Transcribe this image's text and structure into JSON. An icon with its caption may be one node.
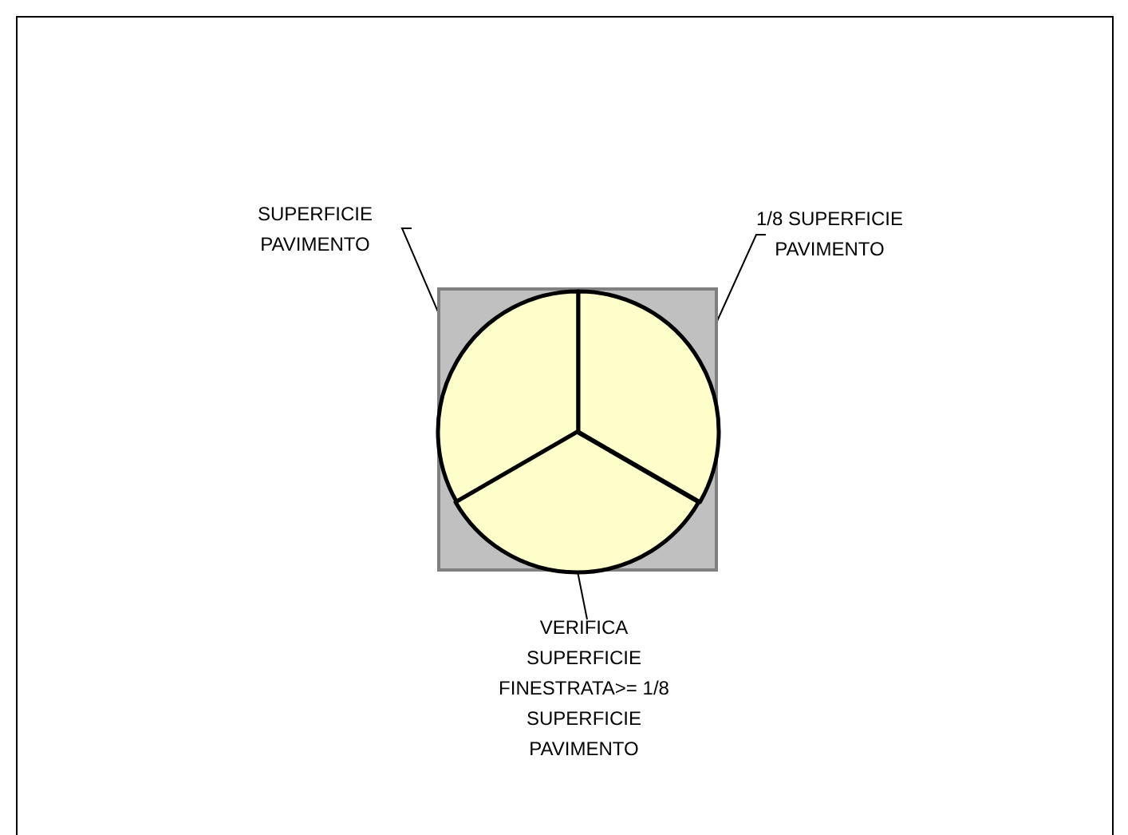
{
  "diagram": {
    "nodes": [
      {
        "text": [],
        "shape": "box"
      },
      {
        "text": [],
        "shape": "sector",
        "in": 0
      },
      {
        "text": [],
        "shape": "sector",
        "in": 0
      },
      {
        "text": [],
        "shape": "sector",
        "in": 0
      },
      {
        "text": [
          "SUPERFICIE PAVIMENTO"
        ]
      },
      {
        "text": [
          "1/8 SUPERFICIE PAVIMENTO"
        ]
      },
      {
        "text": [
          "VERIFICA SUPERFICIE FINESTRATA>= 1/8 SUPERFICIE PAVIMENTO"
        ]
      }
    ],
    "edges": [
      {
        "from": 4,
        "to": 1,
        "arrow": "none"
      },
      {
        "from": 5,
        "to": 2,
        "arrow": "none"
      },
      {
        "from": 6,
        "to": 3,
        "arrow": "none"
      }
    ]
  }
}
